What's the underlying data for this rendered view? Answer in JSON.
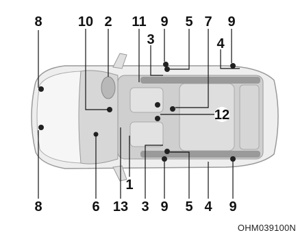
{
  "figure": {
    "callouts": {
      "top": [
        "8",
        "10",
        "2",
        "11",
        "9",
        "5",
        "7",
        "9",
        "3",
        "4",
        "12"
      ],
      "bottom": [
        "8",
        "1",
        "6",
        "13",
        "3",
        "9",
        "5",
        "4",
        "9"
      ]
    },
    "caption": "OHM039100N"
  },
  "colors": {
    "ink": "#111111",
    "body_gray": "#e6e6e6",
    "interior_gray": "#c9c9c9",
    "seat_gray": "#d8d8d8",
    "sensor_dot": "#222222"
  }
}
